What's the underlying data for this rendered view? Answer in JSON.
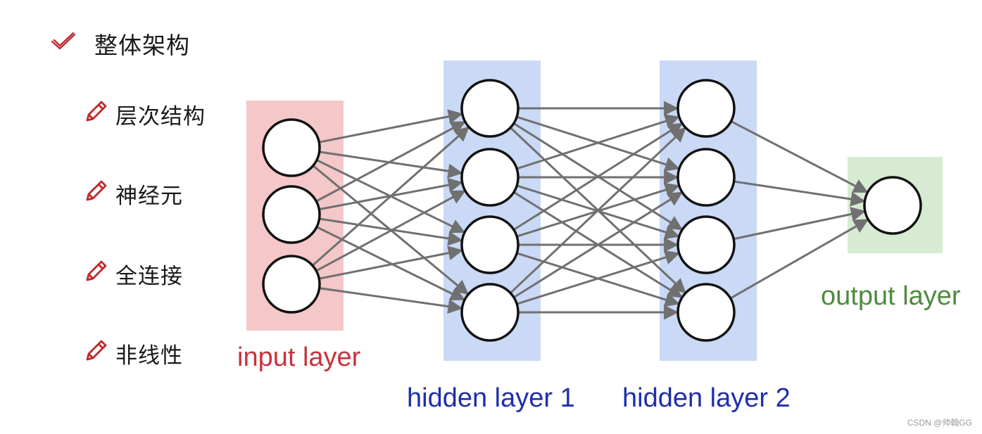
{
  "heading": {
    "label": "整体架构",
    "icon": "check-icon"
  },
  "list": {
    "icon": "pencil-icon",
    "items": [
      "层次结构",
      "神经元",
      "全连接",
      "非线性"
    ]
  },
  "network": {
    "layers": [
      {
        "label": "input layer",
        "neurons": 3,
        "color": "#f4c7c9",
        "label_color": "#c8333a"
      },
      {
        "label": "hidden layer 1",
        "neurons": 4,
        "color": "#c9d9f6",
        "label_color": "#1f2fa8"
      },
      {
        "label": "hidden layer 2",
        "neurons": 4,
        "color": "#c9d9f6",
        "label_color": "#1f2fa8"
      },
      {
        "label": "output layer",
        "neurons": 1,
        "color": "#d7ebd2",
        "label_color": "#4f8a3f"
      }
    ],
    "edge_color": "#707070",
    "check_color": "#c0282e"
  },
  "watermark": "CSDN @帅翰GG"
}
